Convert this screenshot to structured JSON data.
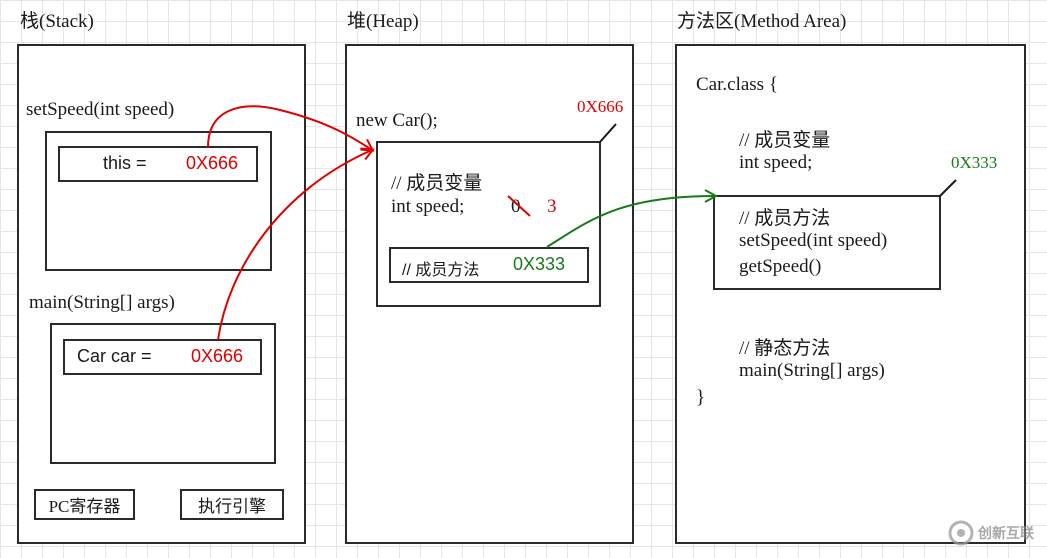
{
  "stack": {
    "title": "栈(Stack)",
    "setspeed_frame": {
      "label": "setSpeed(int speed)",
      "var_name": "this =",
      "var_value": "0X666"
    },
    "main_frame": {
      "label": "main(String[] args)",
      "var_name": "Car car =",
      "var_value": "0X666"
    },
    "pc_register": "PC寄存器",
    "exec_engine": "执行引擎"
  },
  "heap": {
    "title": "堆(Heap)",
    "new_label": "new Car();",
    "address": "0X666",
    "member_vars_comment": "// 成员变量",
    "field_line": "int speed;",
    "old_value": "0",
    "new_value": "3",
    "methods_comment": "// 成员方法",
    "methods_ref": "0X333"
  },
  "method_area": {
    "title": "方法区(Method Area)",
    "class_open": "Car.class {",
    "member_vars_comment": "// 成员变量",
    "field_line": "int speed;",
    "address": "0X333",
    "methods_comment": "// 成员方法",
    "method1": "setSpeed(int speed)",
    "method2": "getSpeed()",
    "static_comment": "// 静态方法",
    "static_method": "main(String[] args)",
    "class_close": "}"
  },
  "watermark": "创新互联",
  "colors": {
    "ref_arrow": "#e00000",
    "method_arrow": "#1a7a1a"
  }
}
